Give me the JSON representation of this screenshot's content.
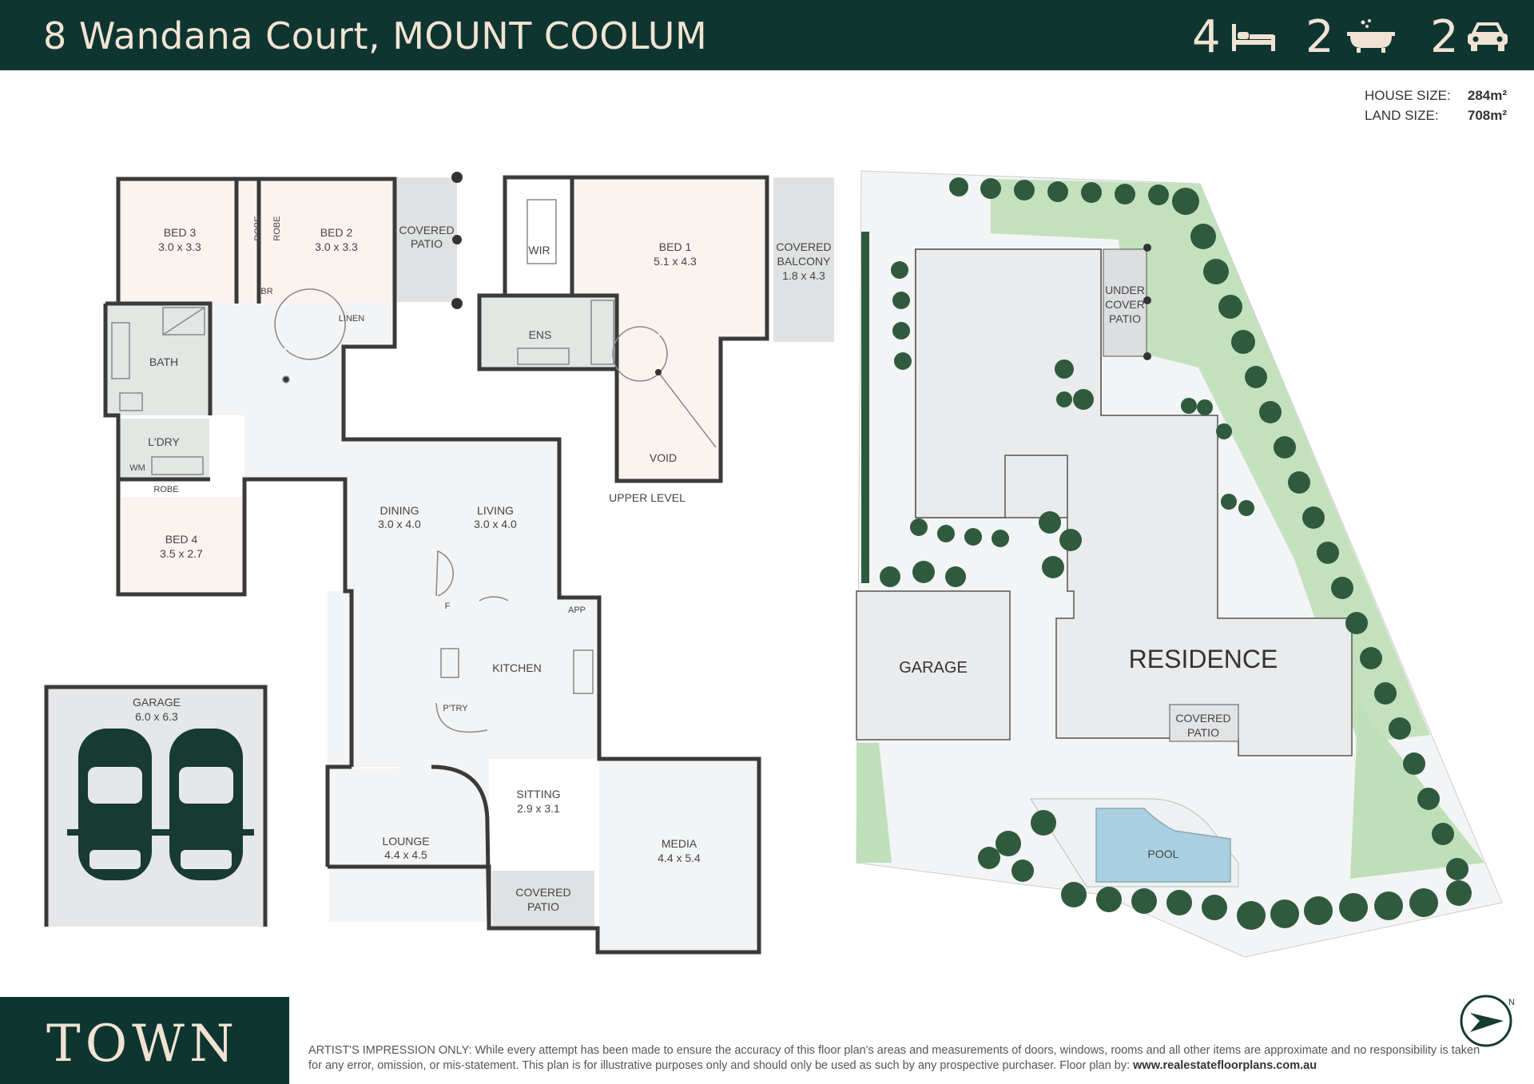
{
  "header": {
    "address": "8 Wandana Court, MOUNT COOLUM",
    "bedrooms": "4",
    "bathrooms": "2",
    "car_spaces": "2",
    "icons": [
      "bed-icon",
      "bath-icon",
      "car-icon"
    ]
  },
  "sizes": {
    "house_label": "HOUSE SIZE:",
    "house_value": "284m²",
    "land_label": "LAND SIZE:",
    "land_value": "708m²"
  },
  "rooms": {
    "bed3": "BED 3",
    "bed3_dim": "3.0 x 3.3",
    "bed2": "BED 2",
    "bed2_dim": "3.0 x 3.3",
    "robe": "ROBE",
    "br": "BR",
    "linen": "LINEN",
    "covered_patio_top": "COVERED",
    "covered_patio_top2": "PATIO",
    "bath": "BATH",
    "laundry": "L'DRY",
    "wm": "WM",
    "bed4": "BED 4",
    "bed4_dim": "3.5 x 2.7",
    "dining": "DINING",
    "dining_dim": "3.0 x 4.0",
    "living": "LIVING",
    "living_dim": "3.0 x 4.0",
    "kitchen": "KITCHEN",
    "f": "F",
    "app": "APP",
    "pantry": "P'TRY",
    "garage": "GARAGE",
    "garage_dim": "6.0 x 6.3",
    "lounge": "LOUNGE",
    "lounge_dim": "4.4 x 4.5",
    "sitting": "SITTING",
    "sitting_dim": "2.9 x 3.1",
    "covered": "COVERED",
    "patio": "PATIO",
    "media": "MEDIA",
    "media_dim": "4.4 x 5.4",
    "wir": "WIR",
    "bed1": "BED 1",
    "bed1_dim": "5.1 x 4.3",
    "balcony1": "COVERED",
    "balcony2": "BALCONY",
    "balcony3": "1.8 x 4.3",
    "ens": "ENS",
    "void": "VOID",
    "upper_level": "UPPER LEVEL"
  },
  "site": {
    "garage": "GARAGE",
    "residence": "RESIDENCE",
    "under1": "UNDER",
    "under2": "COVER",
    "under3": "PATIO",
    "covered1": "COVERED",
    "covered2": "PATIO",
    "pool": "POOL"
  },
  "footer": {
    "brand": "TOWN",
    "disclaimer": "ARTIST'S IMPRESSION ONLY: While every attempt has been made to ensure the accuracy of this floor plan's areas and measurements of doors, windows, rooms and all other items are approximate and no responsibility is taken for any error, omission, or mis-statement. This plan is for illustrative purposes only and should only be used as such by any prospective purchaser. Floor plan by: ",
    "credit": "www.realestatefloorplans.com.au"
  },
  "colors": {
    "header_bg": "#0f3530",
    "header_text": "#f1e3d3",
    "bedroom_fill": "#fbf3f0",
    "wet_fill": "#e3e7e4",
    "floor_fill": "#f3f4f5",
    "hedge": "#2f5a3e",
    "lawn": "#bfdfb8",
    "pool": "#a9cfe0"
  }
}
